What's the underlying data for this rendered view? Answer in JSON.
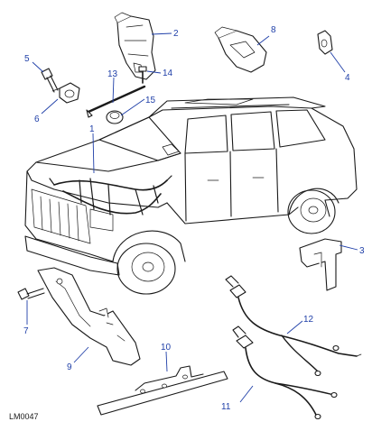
{
  "figure_ref": "LM0047",
  "callouts": [
    "1",
    "2",
    "3",
    "4",
    "5",
    "6",
    "7",
    "8",
    "9",
    "10",
    "11",
    "12",
    "13",
    "14",
    "15"
  ],
  "colors": {
    "line": "#1a1a1a",
    "callout": "#1f3fa8",
    "background": "#ffffff"
  }
}
